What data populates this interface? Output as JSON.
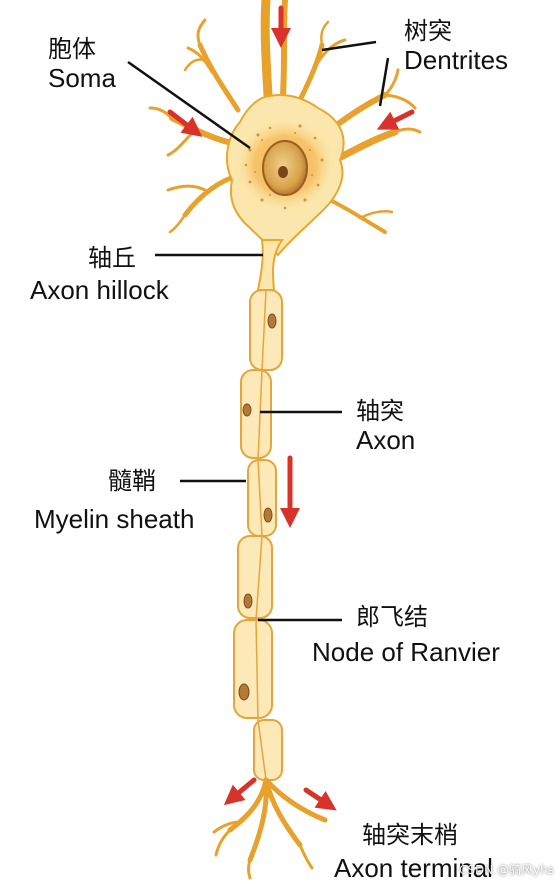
{
  "colors": {
    "cytoplasm": "#fbe7ad",
    "membrane": "#e8a82e",
    "sheath": "#fde9b7",
    "sheath_edge": "#e4a63a",
    "nucleus": "#c98a33",
    "arrow": "#d8322a",
    "leader_line": "#111111"
  },
  "labels": {
    "soma": {
      "zh": "胞体",
      "en": "Soma"
    },
    "dendrites": {
      "zh": "树突",
      "en": "Dentrites"
    },
    "hillock": {
      "zh": "轴丘",
      "en": "Axon hillock"
    },
    "axon": {
      "zh": "轴突",
      "en": "Axon"
    },
    "myelin": {
      "zh": "髓鞘",
      "en": "Myelin sheath"
    },
    "ranvier": {
      "zh": "郎飞结",
      "en": "Node of Ranvier"
    },
    "terminal": {
      "zh": "轴突末梢",
      "en": "Axon terminal"
    }
  },
  "watermark": "CSDN @骑风yhs"
}
